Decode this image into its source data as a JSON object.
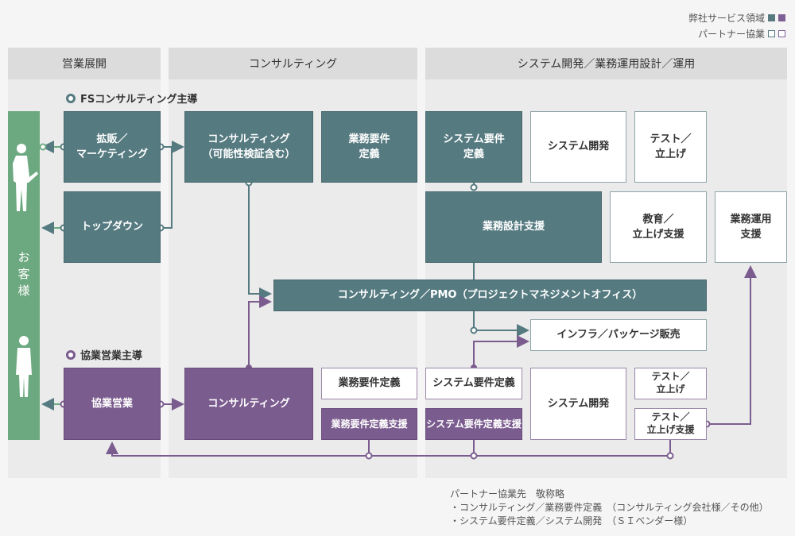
{
  "legend": {
    "own": "弊社サービス領域",
    "partner": "パートナー協業",
    "colors": {
      "teal": "#557a80",
      "purple": "#7b5c8f",
      "customer": "#6da980"
    }
  },
  "columns": {
    "sales": "営業展開",
    "consulting": "コンサルティング",
    "system": "システム開発／業務運用設計／運用"
  },
  "sections": {
    "fs": "FSコンサルティング主導",
    "partner": "協業営業主導"
  },
  "customer": "お客様",
  "boxes": {
    "sales_marketing": "拡販／\nマーケティング",
    "topdown": "トップダウン",
    "consulting_poc": "コンサルティング\n（可能性検証含む）",
    "biz_req": "業務要件\n定義",
    "sys_req": "システム要件\n定義",
    "sys_dev": "システム開発",
    "test": "テスト／\n立上げ",
    "biz_design": "業務設計支援",
    "edu": "教育／\n立上げ支援",
    "ops": "業務運用\n支援",
    "pmo": "コンサルティング／PMO（プロジェクトマネジメントオフィス）",
    "infra": "インフラ／パッケージ販売",
    "partner_sales": "協業営業",
    "partner_consulting": "コンサルティング",
    "p_biz_req": "業務要件定義",
    "p_biz_req_support": "業務要件定義支援",
    "p_sys_req": "システム要件定義",
    "p_sys_req_support": "システム要件定義支援",
    "p_sys_dev": "システム開発",
    "p_test": "テスト／\n立上げ",
    "p_test_support": "テスト／\n立上げ支援"
  },
  "notes": {
    "title": "パートナー協業先　敬称略",
    "line1": "・コンサルティング／業務要件定義　（コンサルティング会社様／その他）",
    "line2": "・システム要件定義／システム開発　（ＳＩベンダー様）"
  }
}
